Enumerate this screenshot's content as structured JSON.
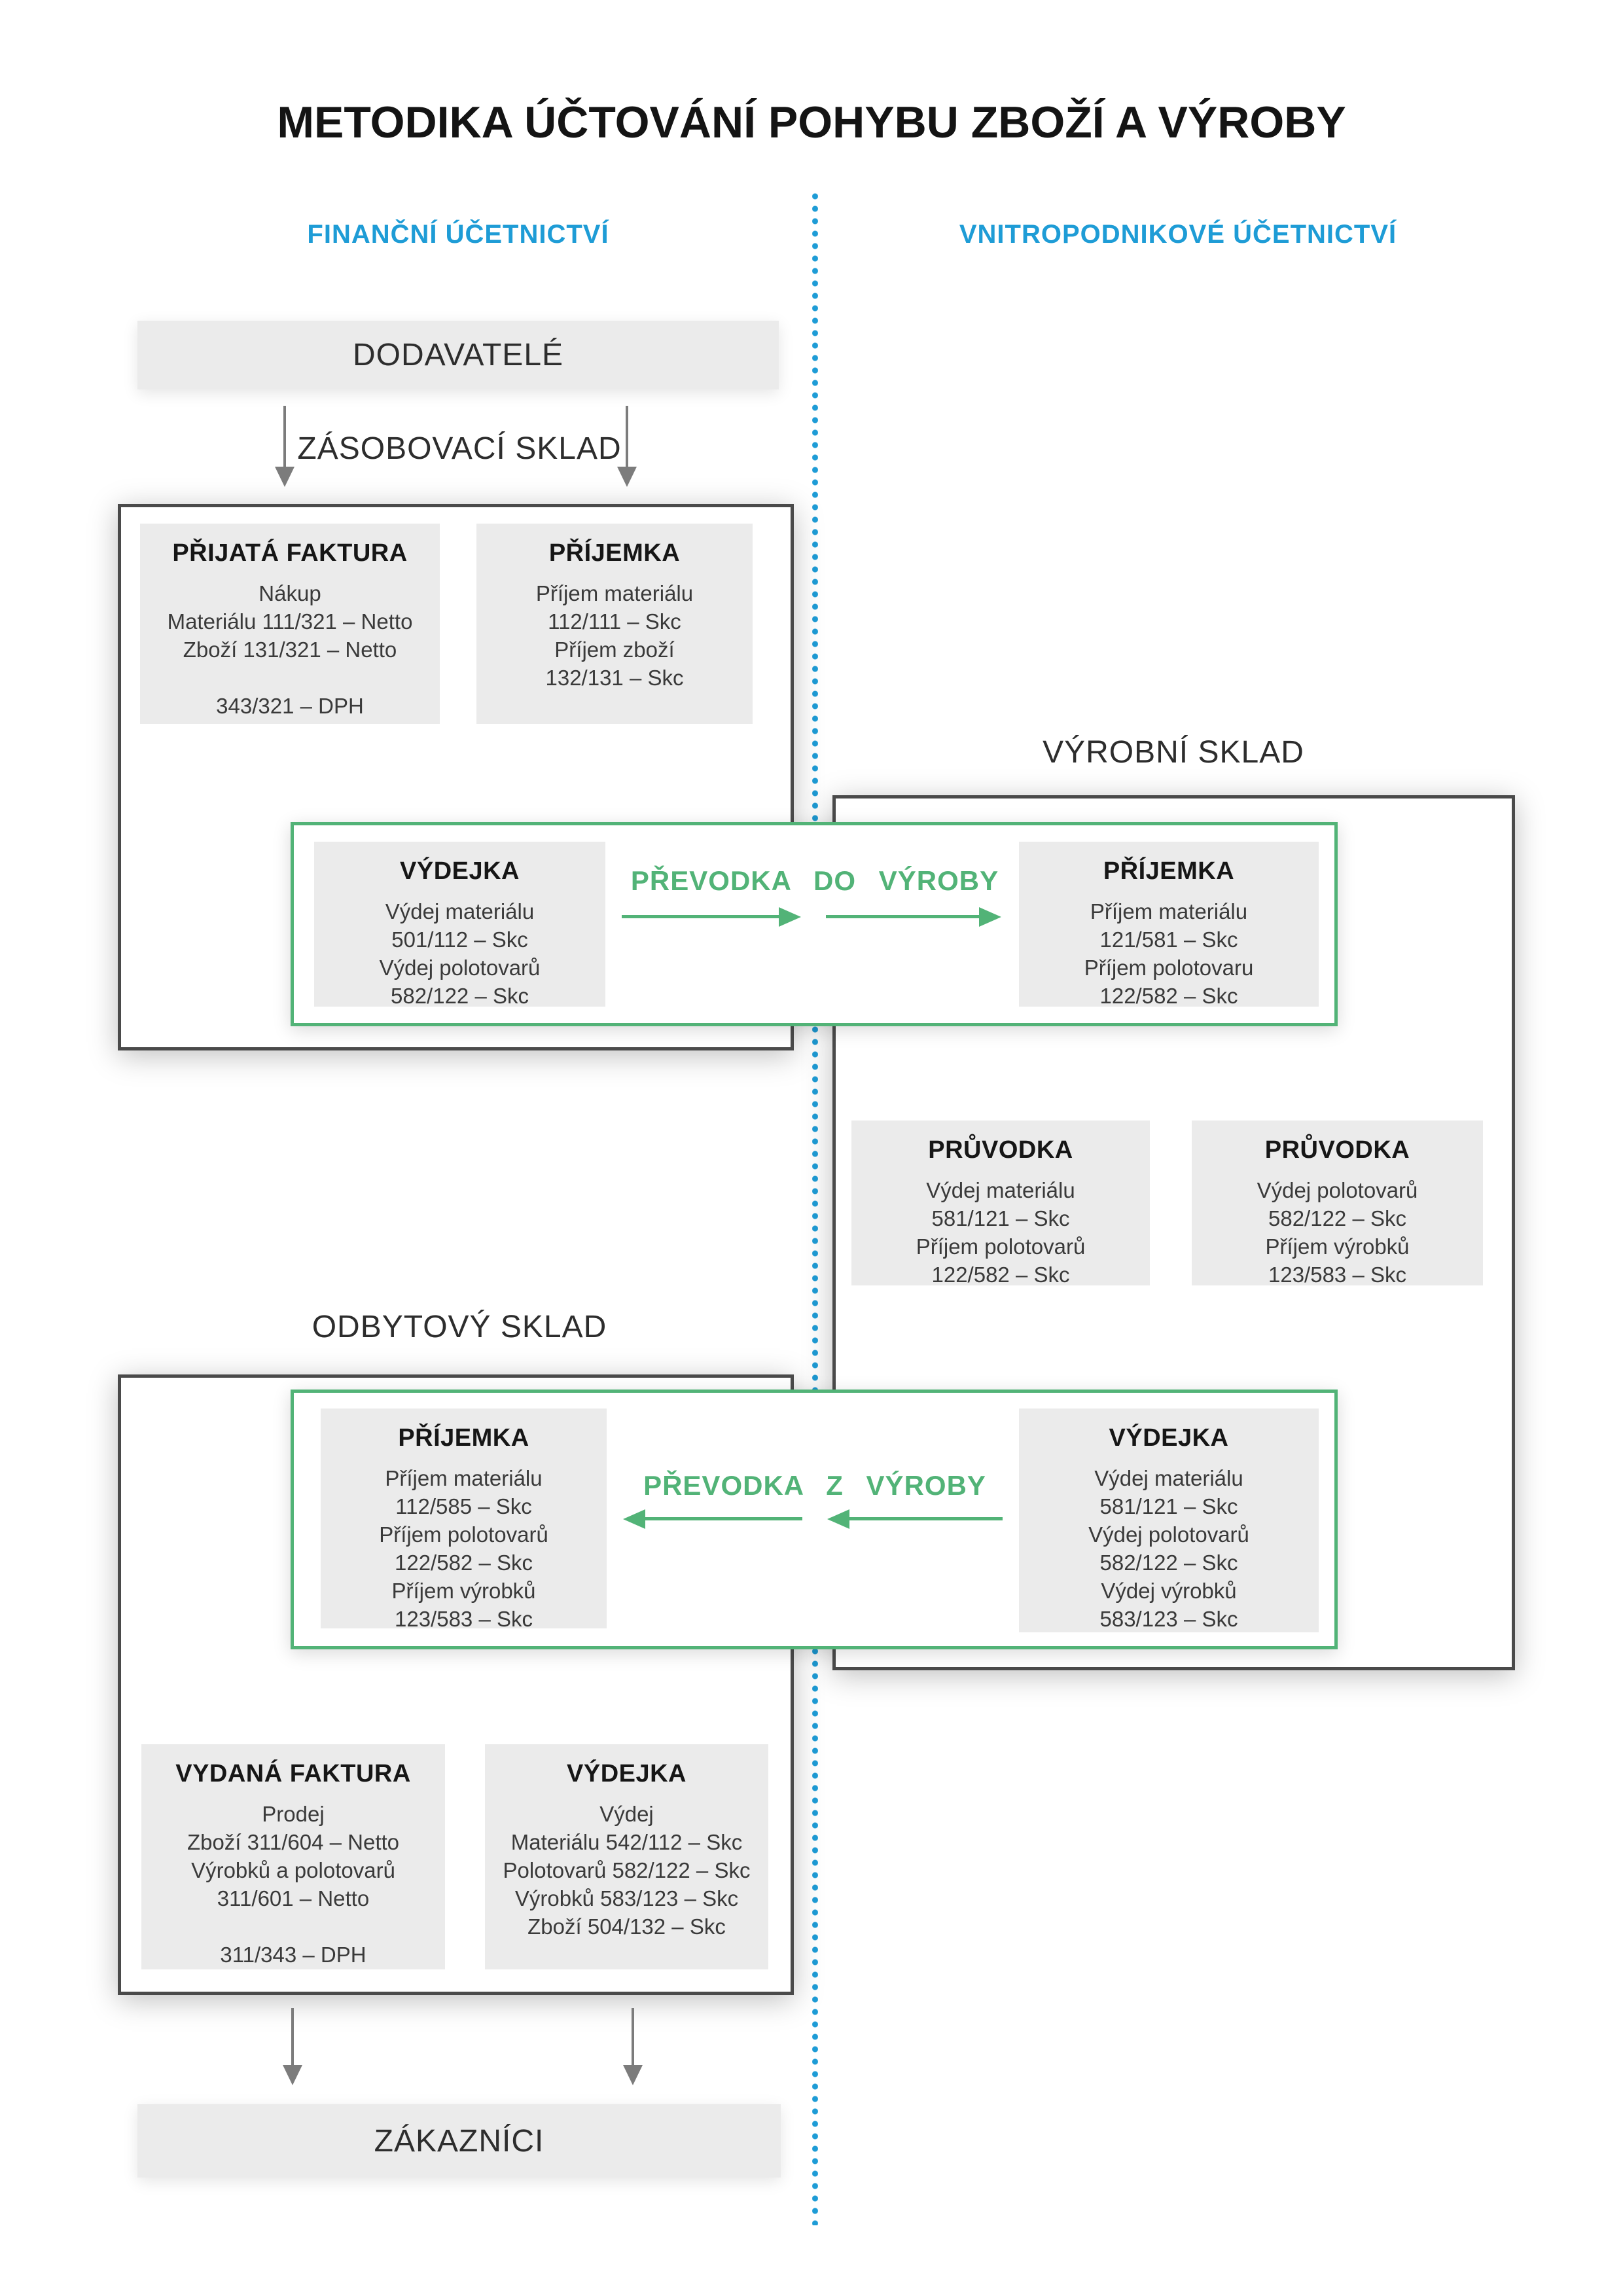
{
  "page": {
    "title": "METODIKA ÚČTOVÁNÍ POHYBU ZBOŽÍ A VÝROBY"
  },
  "colors": {
    "accent_blue": "#1e9cd6",
    "accent_green": "#52b377",
    "card_fill": "#ebebeb",
    "frame_border": "#4a4a4a",
    "arrow_gray": "#7c7c7c"
  },
  "columns": {
    "left": "FINANČNÍ ÚČETNICTVÍ",
    "right": "VNITROPODNIKOVÉ ÚČETNICTVÍ"
  },
  "sections": {
    "dodavatele": "DODAVATELÉ",
    "zasobovaci_sklad": "ZÁSOBOVACÍ SKLAD",
    "vyrobni_sklad": "VÝROBNÍ SKLAD",
    "odbytovy_sklad": "ODBYTOVÝ SKLAD",
    "zakaznici": "ZÁKAZNÍCI"
  },
  "transfers": {
    "do_vyroby": "PŘEVODKA DO VÝROBY",
    "z_vyroby": "PŘEVODKA Z VÝROBY"
  },
  "cards": {
    "prijata_faktura": {
      "title": "PŘIJATÁ FAKTURA",
      "lines": [
        "Nákup",
        "Materiálu 111/321 – Netto",
        "Zboží 131/321 – Netto",
        "",
        "343/321 – DPH"
      ]
    },
    "prijemka_zasobovaci": {
      "title": "PŘÍJEMKA",
      "lines": [
        "Příjem materiálu",
        "112/111 – Skc",
        "Příjem zboží",
        "132/131 – Skc"
      ]
    },
    "vydejka_do_vyroby": {
      "title": "VÝDEJKA",
      "lines": [
        "Výdej materiálu",
        "501/112 – Skc",
        "Výdej polotovarů",
        "582/122 – Skc"
      ]
    },
    "prijemka_vyrobni": {
      "title": "PŘÍJEMKA",
      "lines": [
        "Příjem materiálu",
        "121/581 – Skc",
        "Příjem polotovaru",
        "122/582 – Skc"
      ]
    },
    "pruvodka_1": {
      "title": "PRŮVODKA",
      "lines": [
        "Výdej materiálu",
        "581/121 – Skc",
        "Příjem polotovarů",
        "122/582 – Skc"
      ]
    },
    "pruvodka_2": {
      "title": "PRŮVODKA",
      "lines": [
        "Výdej polotovarů",
        "582/122 – Skc",
        "Příjem výrobků",
        "123/583 – Skc"
      ]
    },
    "prijemka_odbytovy": {
      "title": "PŘÍJEMKA",
      "lines": [
        "Příjem materiálu",
        "112/585 – Skc",
        "Příjem polotovarů",
        "122/582 – Skc",
        "Příjem výrobků",
        "123/583 – Skc"
      ]
    },
    "vydejka_z_vyroby": {
      "title": "VÝDEJKA",
      "lines": [
        "Výdej materiálu",
        "581/121 – Skc",
        "Výdej polotovarů",
        "582/122 – Skc",
        "Výdej výrobků",
        "583/123 – Skc"
      ]
    },
    "vydana_faktura": {
      "title": "VYDANÁ FAKTURA",
      "lines": [
        "Prodej",
        "Zboží 311/604 – Netto",
        "Výrobků a polotovarů",
        "311/601 – Netto",
        "",
        "311/343 – DPH"
      ]
    },
    "vydejka_zakaznikum": {
      "title": "VÝDEJKA",
      "lines": [
        "Výdej",
        "Materiálu 542/112 – Skc",
        "Polotovarů 582/122 – Skc",
        "Výrobků 583/123 – Skc",
        "Zboží 504/132 – Skc"
      ]
    }
  }
}
